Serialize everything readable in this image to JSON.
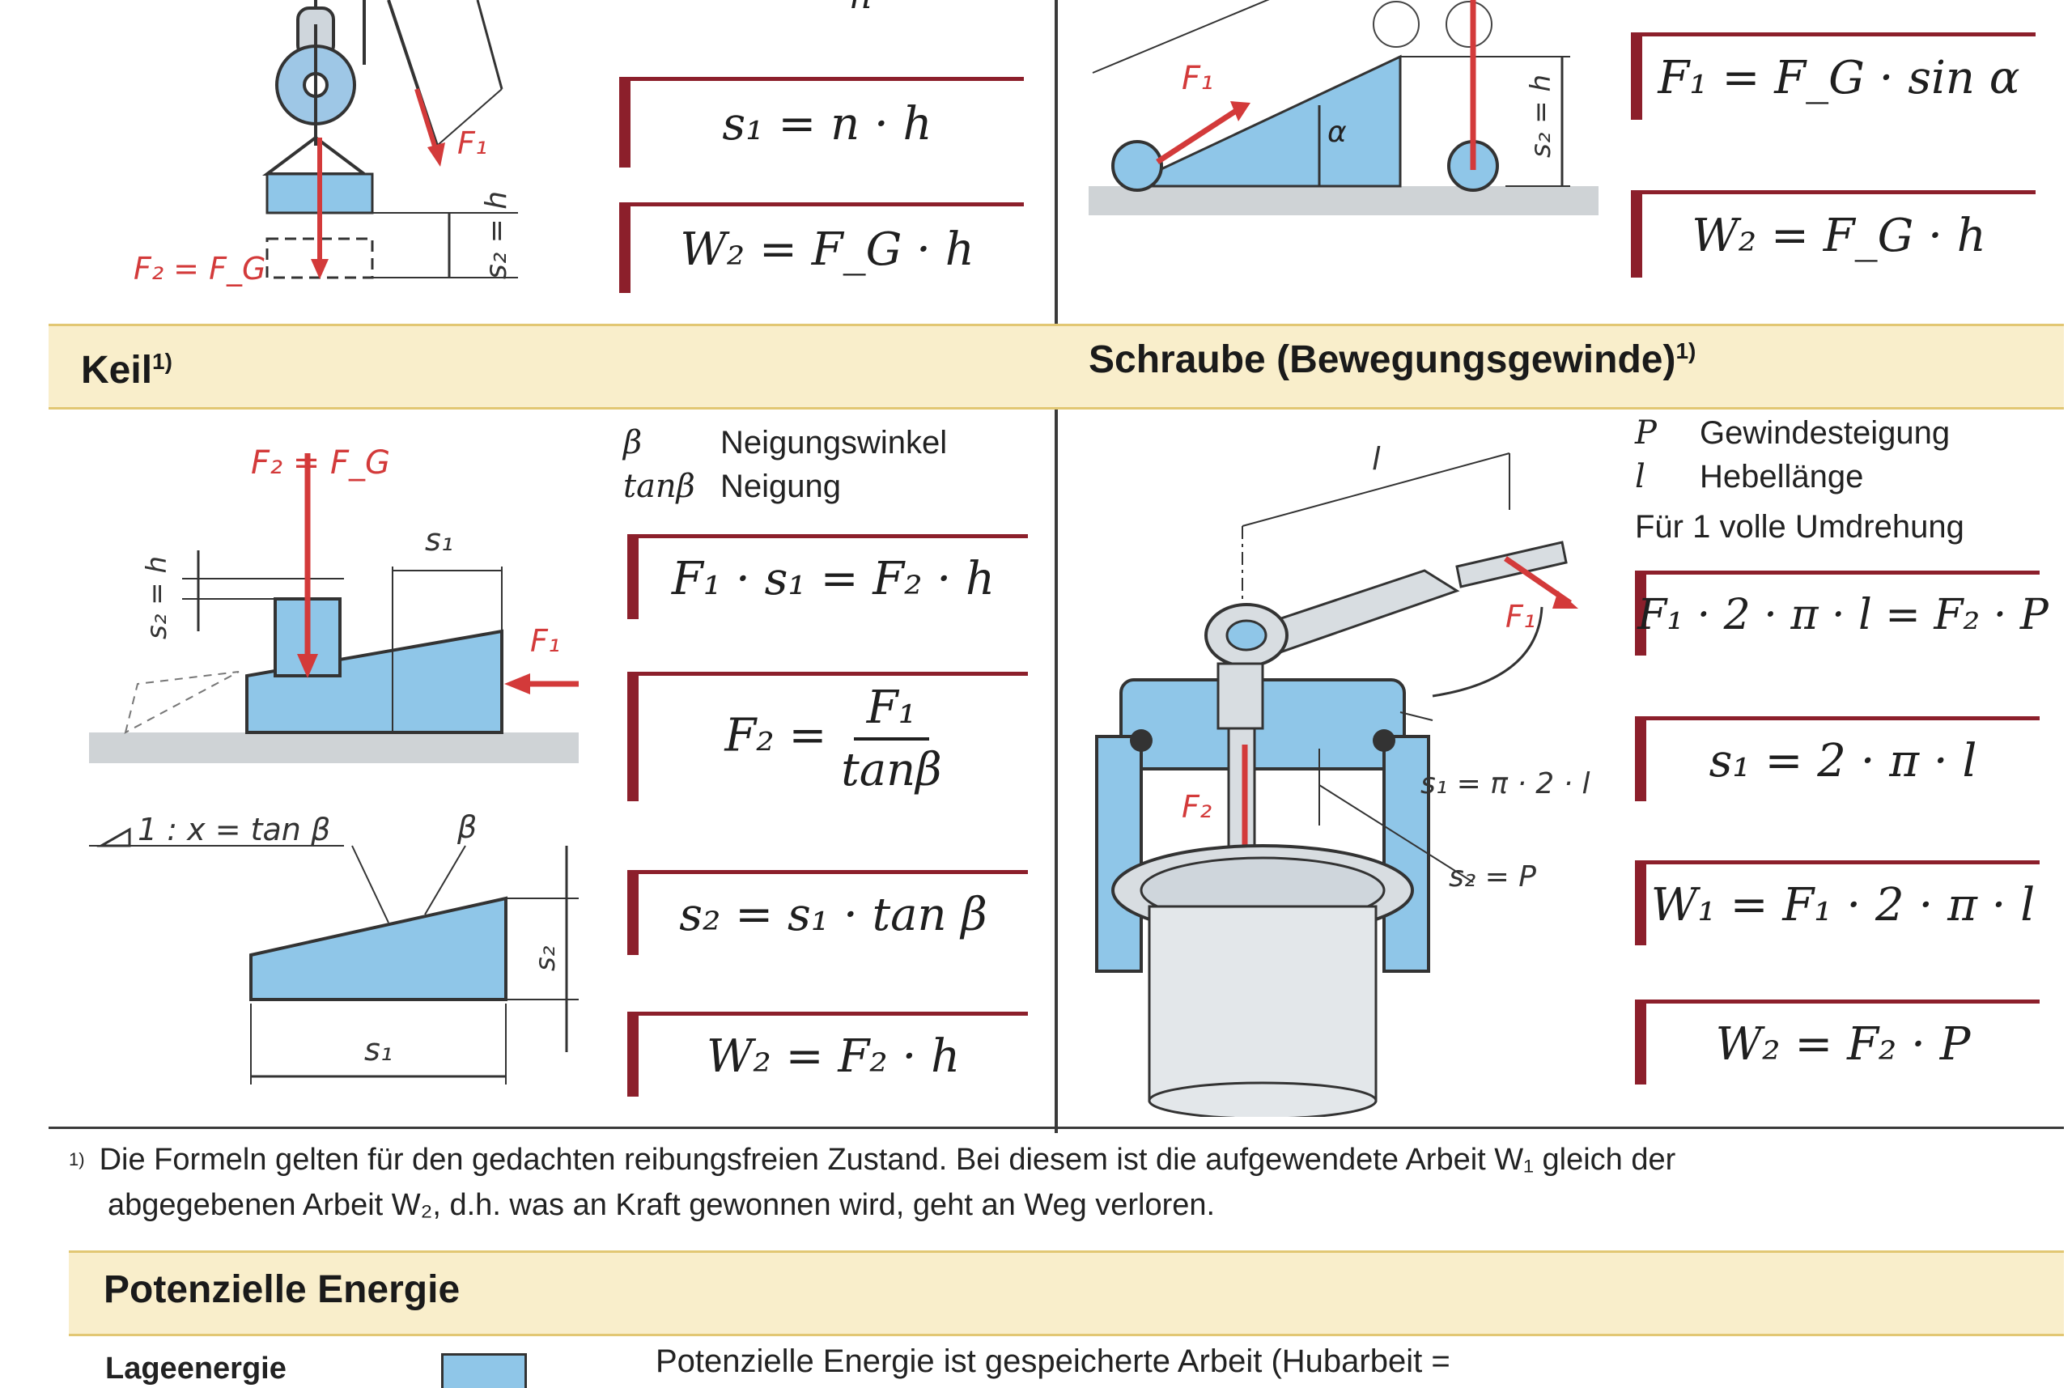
{
  "colors": {
    "accent_red": "#8c1f2b",
    "force_red": "#d33a3a",
    "band_yellow": "#f9eecb",
    "part_blue": "#8fc6e8"
  },
  "top": {
    "left_formula_top_partial": "h",
    "left_formulas": [
      "s₁ = n · h",
      "W₂ = F_G · h"
    ],
    "right_formulas": [
      "F₁ = F_G · sin α",
      "W₂ = F_G · h"
    ]
  },
  "keil": {
    "title": "Keil",
    "footnote_mark": "1)",
    "legend": [
      {
        "symbol": "β",
        "text": "Neigungswinkel"
      },
      {
        "symbol": "tanβ",
        "text": "Neigung"
      }
    ],
    "formulas": {
      "f1": "F₁ · s₁ = F₂ · h",
      "f2_lhs": "F₂ =",
      "f2_num": "F₁",
      "f2_den": "tanβ",
      "f3": "s₂ = s₁ · tan β",
      "f4": "W₂ = F₂ · h"
    },
    "diagram_labels": {
      "f2_eq_fg": "F₂ = F_G",
      "s2_eq_h": "s₂ = h",
      "s1": "s₁",
      "f1": "F₁",
      "slope": "1 : x = tan β",
      "beta": "β",
      "s2": "s₂",
      "s1_bottom": "s₁"
    }
  },
  "schraube": {
    "title": "Schraube (Bewegungsgewinde)",
    "footnote_mark": "1)",
    "legend": [
      {
        "symbol": "P",
        "text": "Gewindesteigung"
      },
      {
        "symbol": "l",
        "text": "Hebellänge"
      }
    ],
    "legend_note": "Für 1 volle Umdrehung",
    "formulas": {
      "f1": "F₁ · 2 · π · l = F₂ · P",
      "f2": "s₁ = 2 · π · l",
      "f3": "W₁ = F₁ · 2 · π · l",
      "f4": "W₂ = F₂ · P"
    },
    "diagram_labels": {
      "l": "l",
      "f1": "F₁",
      "f2": "F₂",
      "s1": "s₁ = π · 2 · l",
      "s2": "s₂ = P"
    }
  },
  "top_diagram_labels": {
    "left_f1": "F₁",
    "left_f2": "F₂ = F_G",
    "left_s2": "s₂ = h",
    "right_f1": "F₁",
    "right_alpha": "α",
    "right_s2": "s₂ = h"
  },
  "footnote": {
    "mark": "1)",
    "line1": "Die Formeln gelten für den gedachten reibungsfreien Zustand. Bei diesem ist die aufgewendete Arbeit W₁ gleich der",
    "line2": "abgegebenen Arbeit W₂, d.h. was an Kraft gewonnen wird, geht an Weg verloren."
  },
  "potenzielle": {
    "title": "Potenzielle Energie",
    "label": "Lageenergie",
    "text": "Potenzielle Energie ist gespeicherte Arbeit (Hubarbeit ="
  }
}
